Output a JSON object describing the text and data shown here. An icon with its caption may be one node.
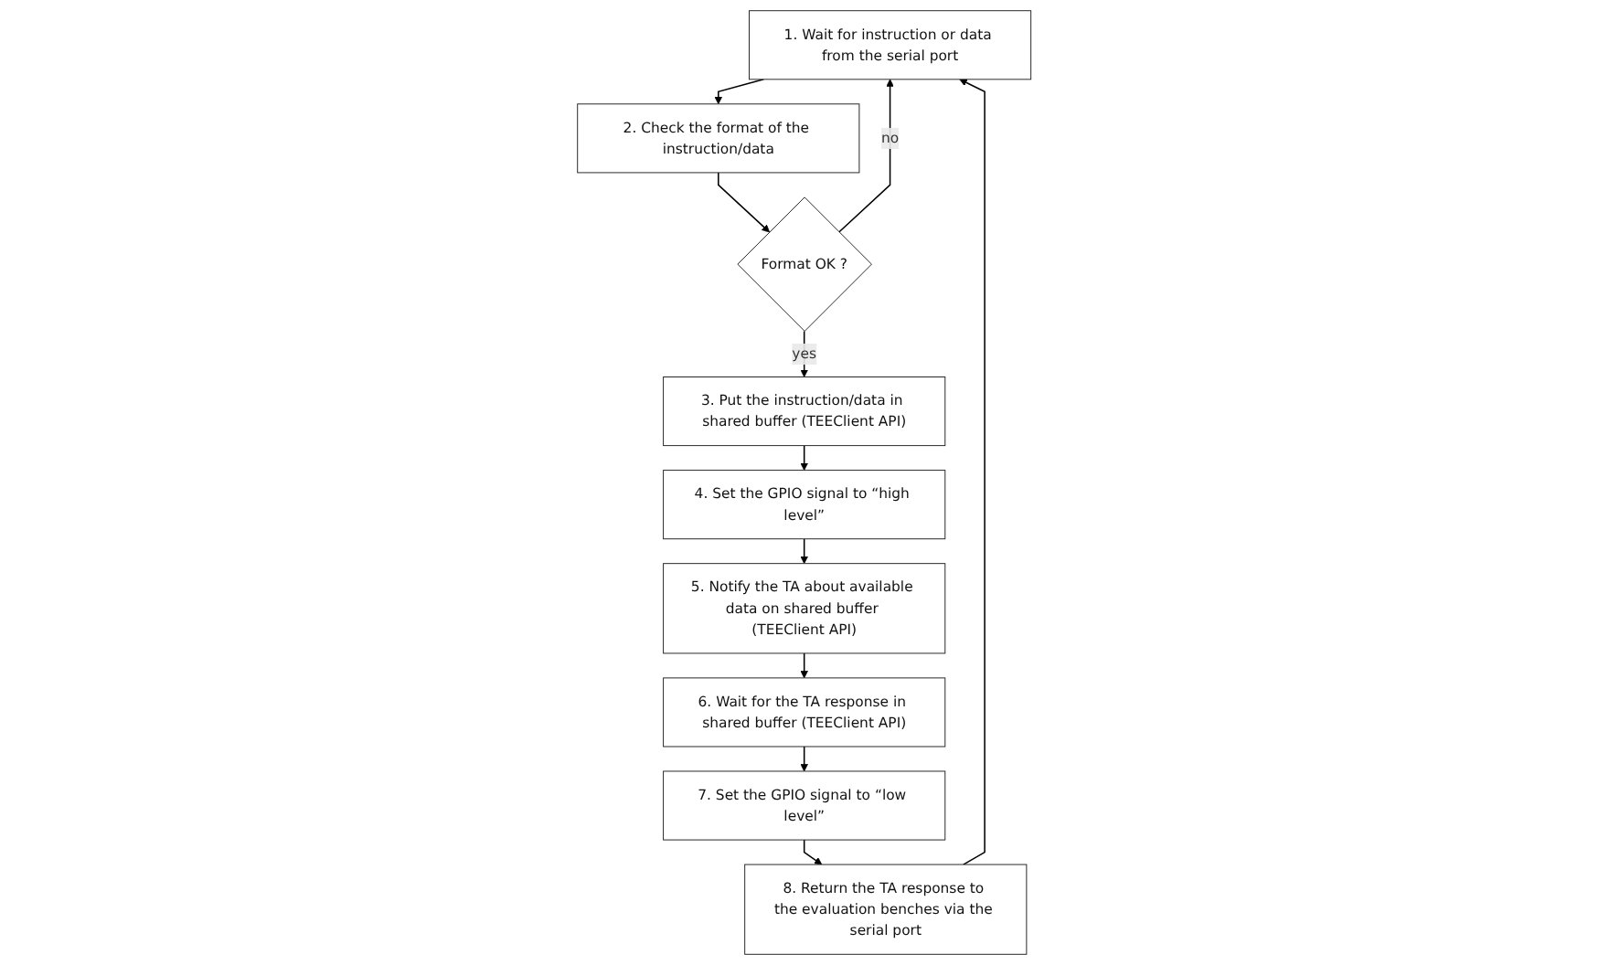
{
  "diagram": {
    "nodes": [
      {
        "text": [
          "1. Wait for instruction or data from the serial port"
        ]
      },
      {
        "text": [
          "2. Check the format of the instruction/data"
        ]
      },
      {
        "text": [
          "Format OK ?"
        ]
      },
      {
        "text": [
          "3. Put the instruction/data in shared buffer (TEEClient API)"
        ]
      },
      {
        "text": [
          "4. Set the GPIO signal to “high level”"
        ]
      },
      {
        "text": [
          "5. Notify the TA about available data on shared buffer (TEEClient API)"
        ]
      },
      {
        "text": [
          "6. Wait for the TA response in shared buffer (TEEClient API)"
        ]
      },
      {
        "text": [
          "7. Set the GPIO signal to “low level”"
        ]
      },
      {
        "text": [
          "8. Return the TA response to the evaluation benches via the serial port"
        ]
      }
    ],
    "edges": [
      {
        "from": 0,
        "to": 1,
        "arrow": "to"
      },
      {
        "from": 1,
        "to": 2,
        "arrow": "to"
      },
      {
        "from": 2,
        "to": 0,
        "arrow": "to",
        "label": "no"
      },
      {
        "from": 2,
        "to": 3,
        "arrow": "to",
        "label": "yes"
      },
      {
        "from": 3,
        "to": 4,
        "arrow": "to"
      },
      {
        "from": 4,
        "to": 5,
        "arrow": "to"
      },
      {
        "from": 5,
        "to": 6,
        "arrow": "to"
      },
      {
        "from": 6,
        "to": 7,
        "arrow": "to"
      },
      {
        "from": 7,
        "to": 8,
        "arrow": "to"
      },
      {
        "from": 8,
        "to": 0,
        "arrow": "to"
      }
    ]
  }
}
